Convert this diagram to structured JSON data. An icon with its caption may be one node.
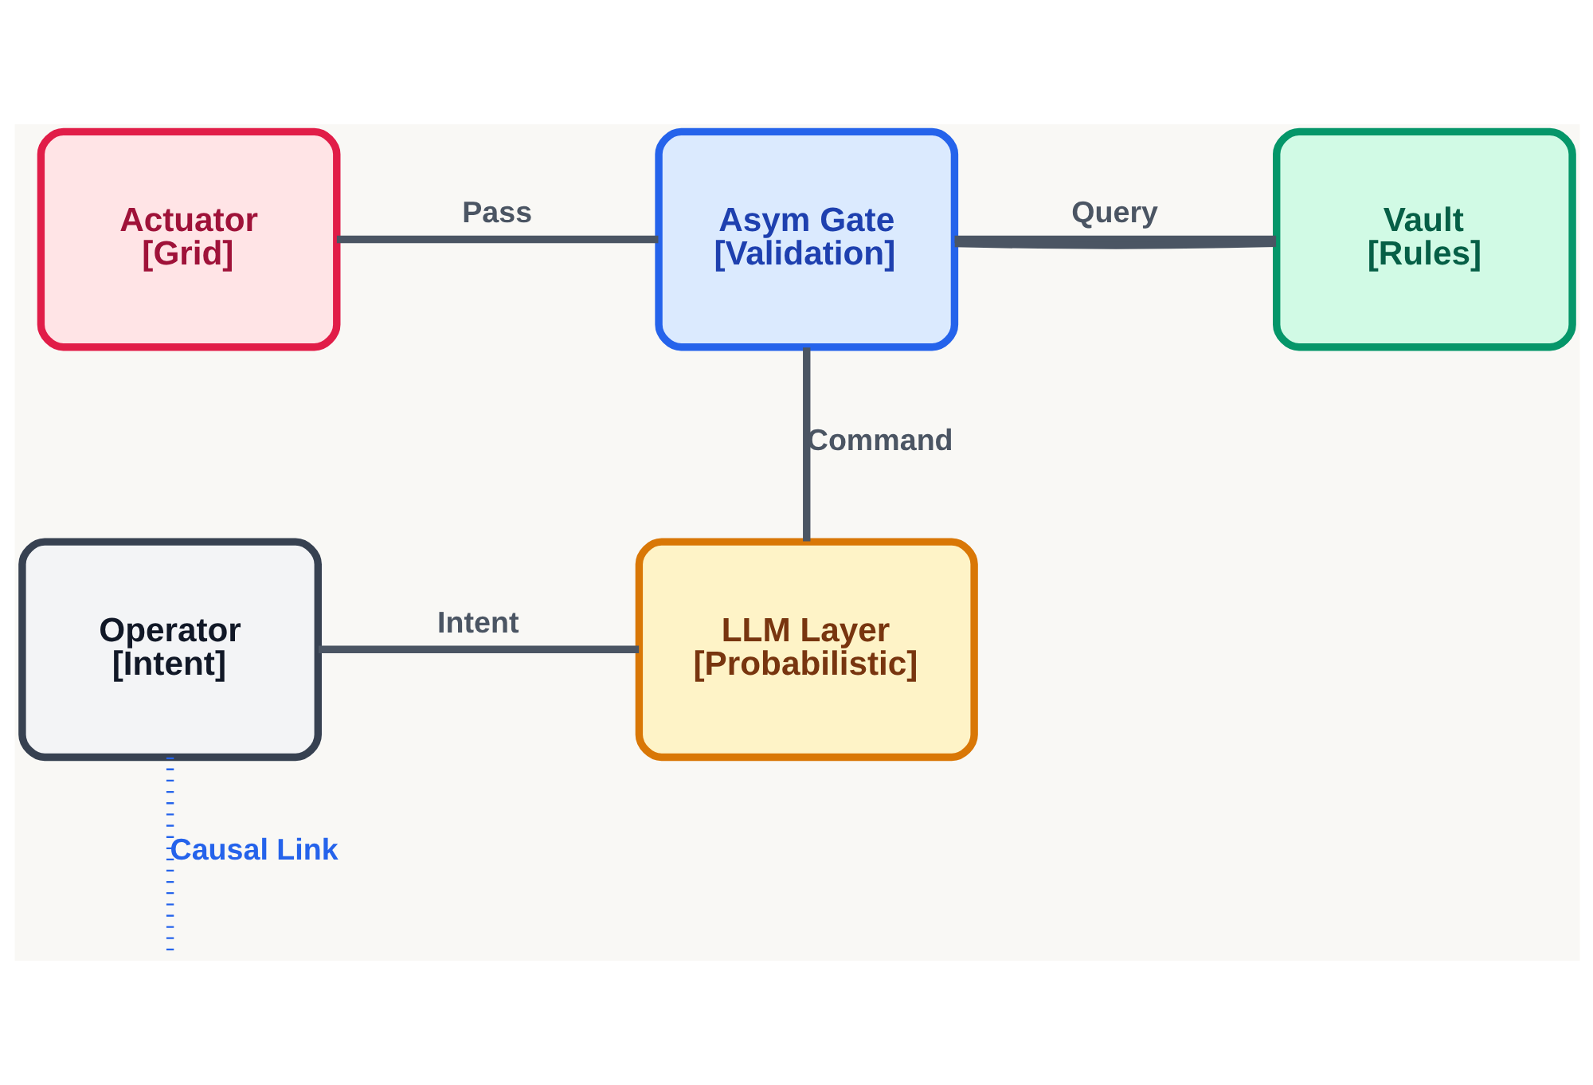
{
  "diagram": {
    "nodes": [
      {
        "text": [
          "Actuator",
          "[Grid]"
        ]
      },
      {
        "text": [
          "Asym Gate",
          "[Validation]"
        ]
      },
      {
        "text": [
          "Vault",
          "[Rules]"
        ]
      },
      {
        "text": [
          "Operator",
          "[Intent]"
        ]
      },
      {
        "text": [
          "LLM Layer",
          "[Probabilistic]"
        ]
      }
    ],
    "edges": [
      {
        "from": 0,
        "to": 1,
        "arrow": "none",
        "label": "Pass"
      },
      {
        "from": 1,
        "to": 2,
        "arrow": "none",
        "label": "Query"
      },
      {
        "from": 1,
        "to": 2,
        "arrow": "none"
      },
      {
        "from": 1,
        "to": 4,
        "arrow": "none",
        "label": "Command"
      },
      {
        "from": 3,
        "to": 4,
        "arrow": "none",
        "label": "Intent"
      },
      {
        "from": 3,
        "to": null,
        "arrow": "none",
        "label": "Causal Link",
        "style": "dashed",
        "color": "#2563eb"
      }
    ]
  }
}
